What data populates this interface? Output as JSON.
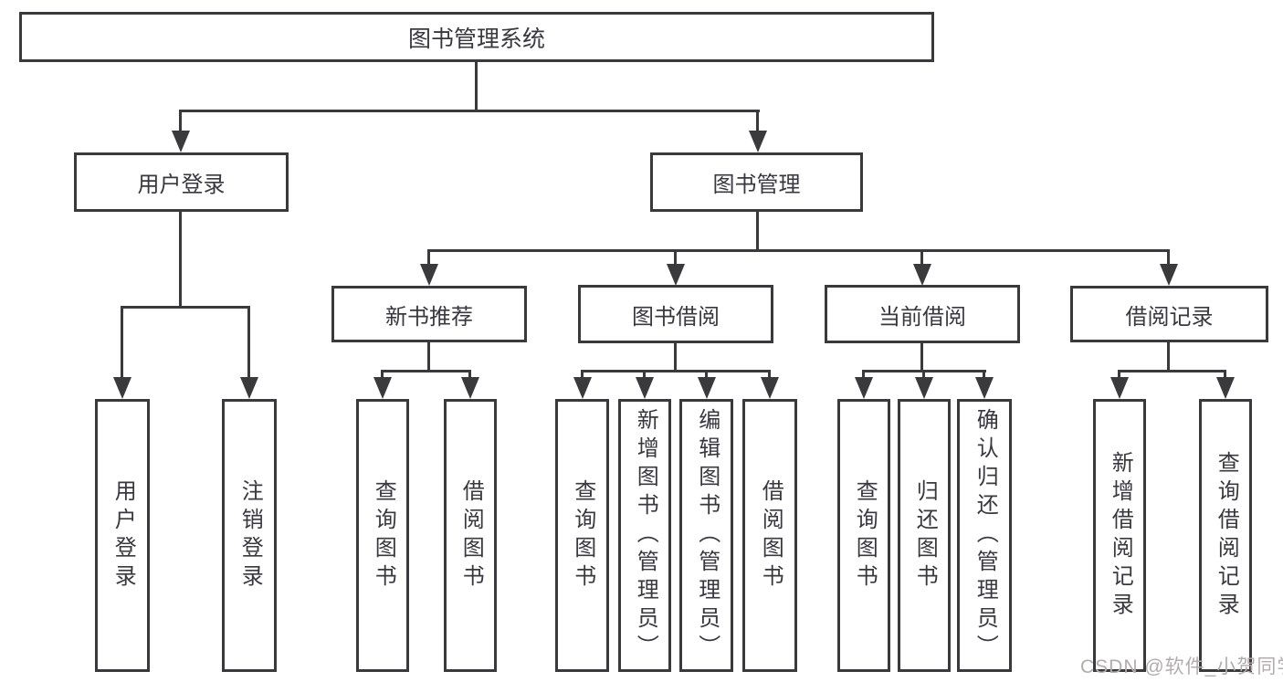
{
  "tree": {
    "label": "图书管理系统",
    "children": [
      {
        "label": "用户登录",
        "children": [
          {
            "label": "用户登录"
          },
          {
            "label": "注销登录"
          }
        ]
      },
      {
        "label": "图书管理",
        "children": [
          {
            "label": "新书推荐",
            "children": [
              {
                "label": "查询图书"
              },
              {
                "label": "借阅图书"
              }
            ]
          },
          {
            "label": "图书借阅",
            "children": [
              {
                "label": "查询图书"
              },
              {
                "label": "新增图书（管理员）"
              },
              {
                "label": "编辑图书（管理员）"
              },
              {
                "label": "借阅图书"
              }
            ]
          },
          {
            "label": "当前借阅",
            "children": [
              {
                "label": "查询图书"
              },
              {
                "label": "归还图书"
              },
              {
                "label": "确认归还（管理员）"
              }
            ]
          },
          {
            "label": "借阅记录",
            "children": [
              {
                "label": "新增借阅记录"
              },
              {
                "label": "查询借阅记录"
              }
            ]
          }
        ]
      }
    ]
  },
  "watermark": "CSDN @软件_小贺同学",
  "colors": {
    "line": "#3a3a3c",
    "text": "#38383f",
    "watermark": "#b3acac",
    "background": "#ffffff"
  }
}
